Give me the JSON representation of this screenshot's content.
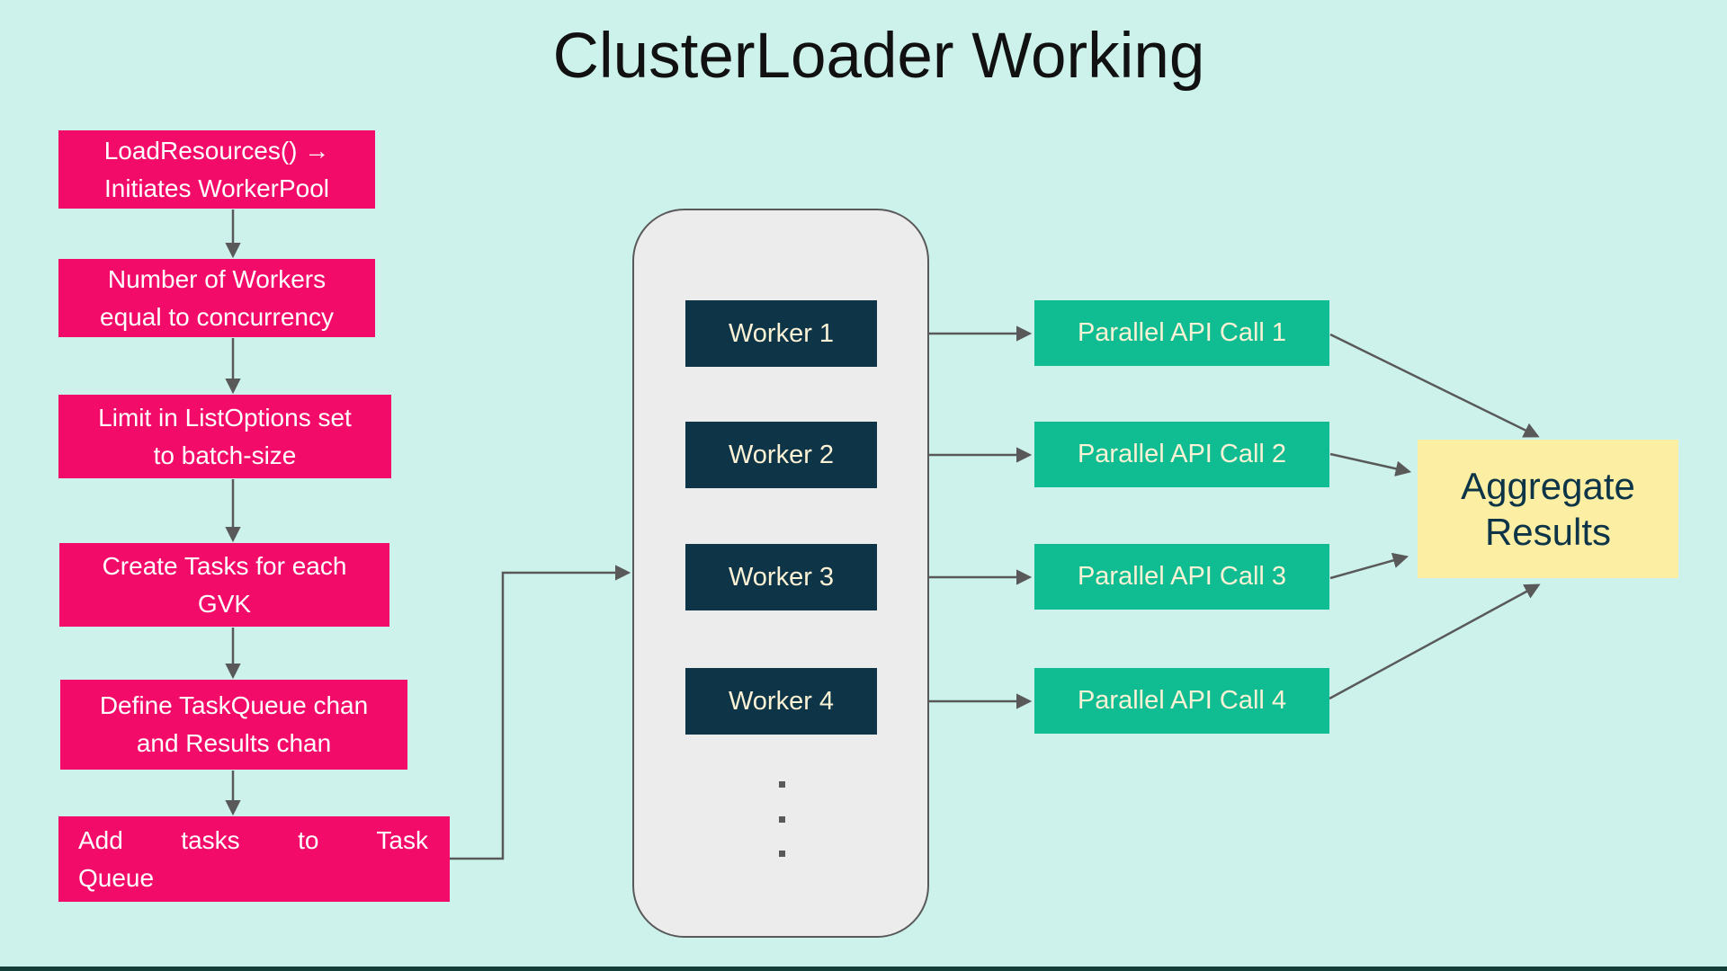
{
  "title": "ClusterLoader Working",
  "colors": {
    "bg": "#cdf2ec",
    "flow-box": "#f30b6a",
    "flow-text": "#ffffff",
    "worker-box": "#0e3447",
    "worker-text": "#fbf2d5",
    "api-box": "#10bd92",
    "api-text": "#fbf2d5",
    "aggregate-box": "#fcefa4",
    "aggregate-text": "#0e3447",
    "pool-fill": "#ececec",
    "pool-border": "#595959",
    "connector": "#595959",
    "bottom-bar": "#133f38"
  },
  "flow_steps": [
    {
      "lines": [
        "LoadResources() →",
        "Initiates WorkerPool"
      ]
    },
    {
      "lines": [
        "Number of Workers",
        "equal to concurrency"
      ]
    },
    {
      "lines": [
        "Limit in ListOptions set",
        "to batch-size"
      ]
    },
    {
      "lines": [
        "Create Tasks for each",
        "GVK"
      ]
    },
    {
      "lines": [
        "Define TaskQueue chan",
        "and Results chan"
      ]
    },
    {
      "lines": [
        "Add tasks to Task",
        "Queue"
      ]
    }
  ],
  "worker_pool": {
    "workers": [
      {
        "label": "Worker 1"
      },
      {
        "label": "Worker 2"
      },
      {
        "label": "Worker 3"
      },
      {
        "label": "Worker 4"
      }
    ],
    "ellipsis_dot_count": 3
  },
  "api_calls": [
    {
      "label": "Parallel API Call 1"
    },
    {
      "label": "Parallel API Call 2"
    },
    {
      "label": "Parallel API Call 3"
    },
    {
      "label": "Parallel API Call 4"
    }
  ],
  "aggregate": {
    "lines": [
      "Aggregate",
      "Results"
    ]
  }
}
